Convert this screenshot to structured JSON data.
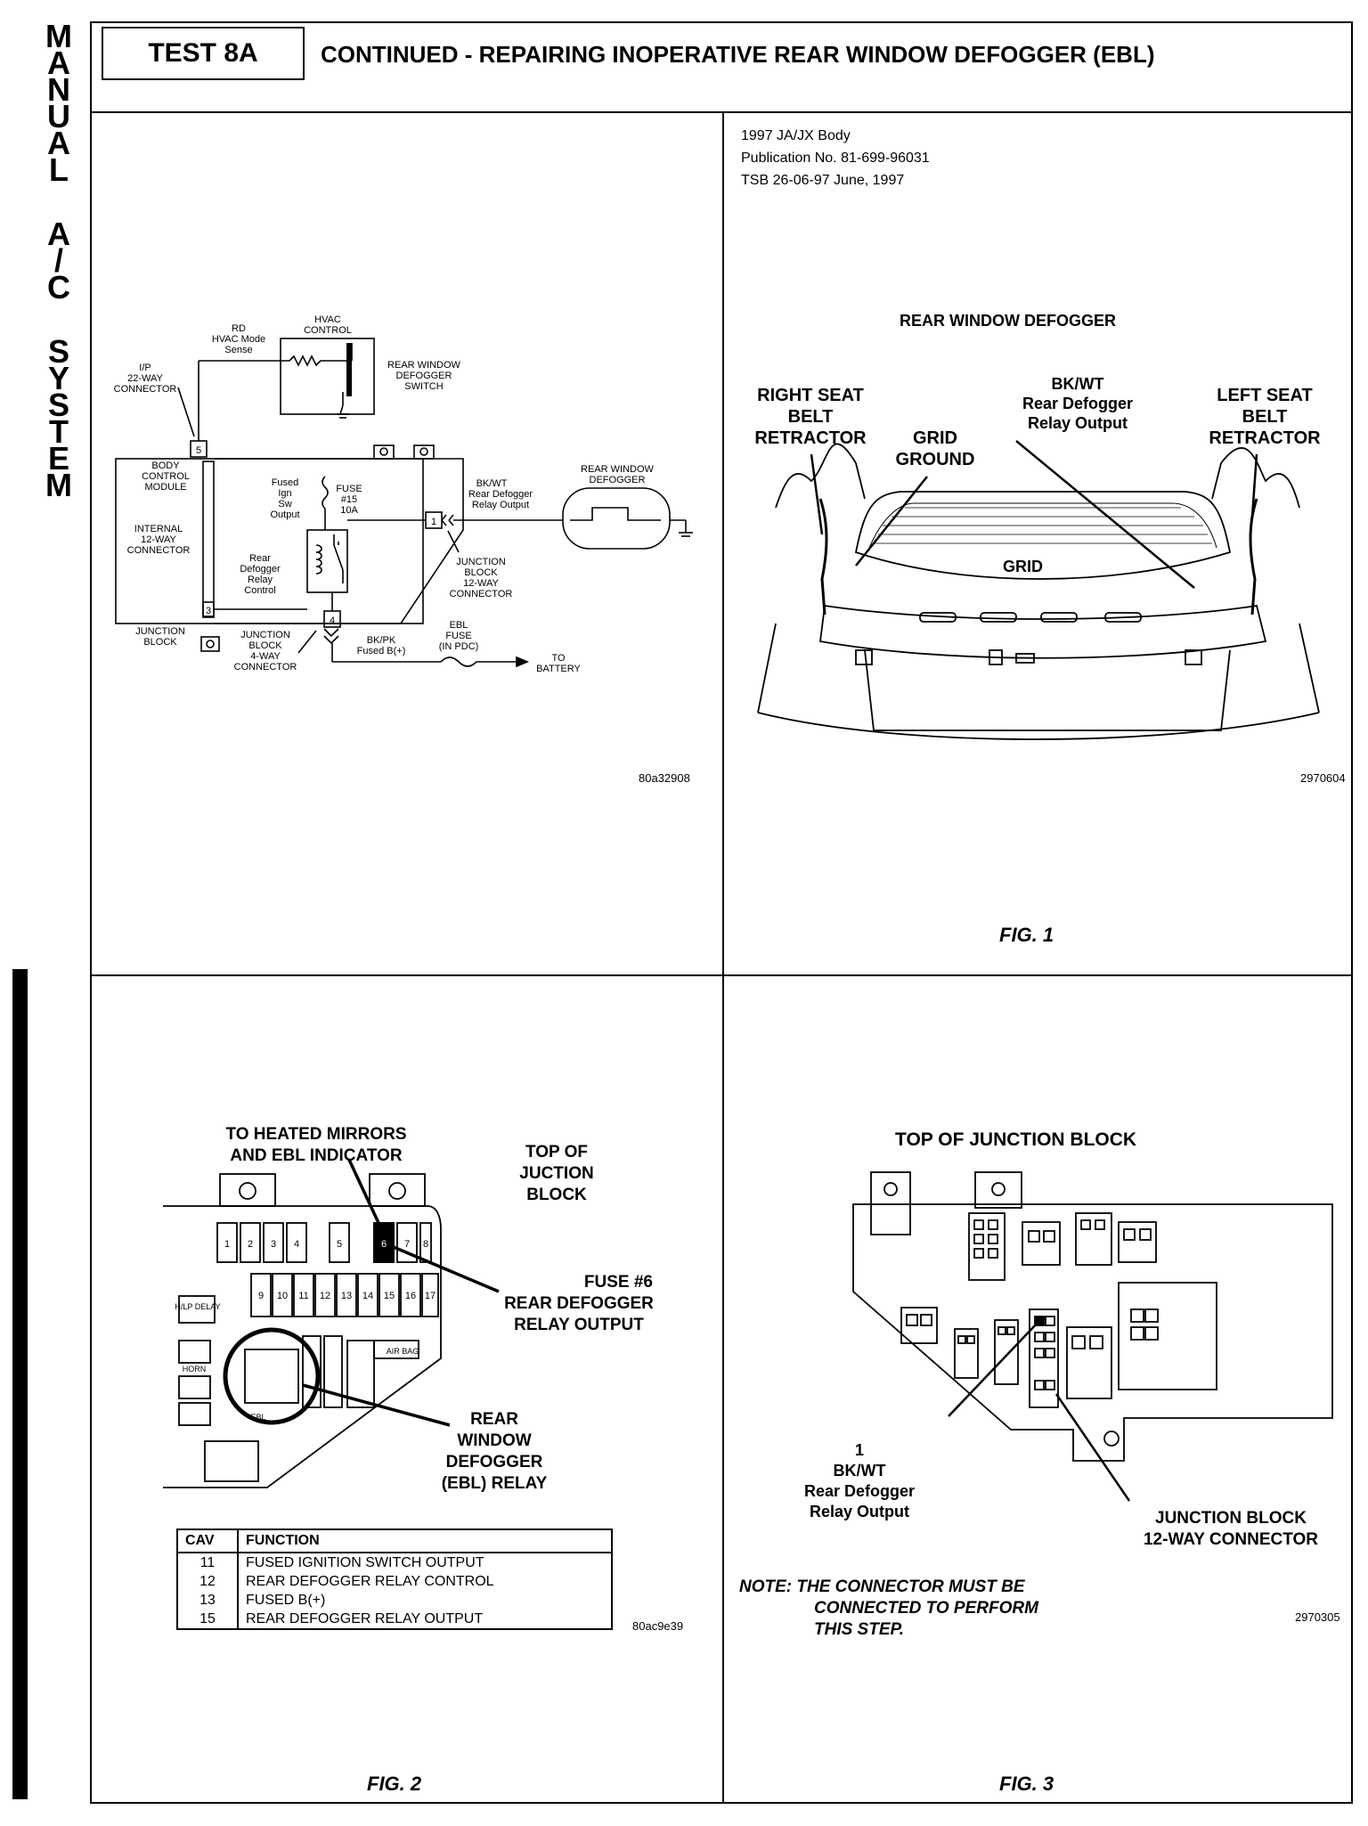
{
  "side_title": {
    "line1": [
      "M",
      "A",
      "N",
      "U",
      "A",
      "L"
    ],
    "line2": [
      "A",
      "/",
      "C"
    ],
    "line3": [
      "S",
      "Y",
      "S",
      "T",
      "E",
      "M"
    ]
  },
  "header": {
    "test": "TEST 8A",
    "title": "CONTINUED - REPAIRING INOPERATIVE REAR WINDOW DEFOGGER (EBL)"
  },
  "publication": {
    "body": "1997 JA/JX Body",
    "pub_no": "Publication No. 81-699-96031",
    "tsb": "TSB 26-06-97   June, 1997"
  },
  "diagram": {
    "ip_connector": [
      "I/P",
      "22-WAY",
      "CONNECTOR"
    ],
    "rd_sense": [
      "RD",
      "HVAC Mode",
      "Sense"
    ],
    "hvac_control": [
      "HVAC",
      "CONTROL"
    ],
    "defogger_switch": [
      "REAR WINDOW",
      "DEFOGGER",
      "SWITCH"
    ],
    "bcm": [
      "BODY",
      "CONTROL",
      "MODULE"
    ],
    "internal_connector": [
      "INTERNAL",
      "12-WAY",
      "CONNECTOR"
    ],
    "fused_ign": [
      "Fused",
      "Ign",
      "Sw",
      "Output"
    ],
    "fuse15": [
      "FUSE",
      "#15",
      "10A"
    ],
    "relay_control": [
      "Rear",
      "Defogger",
      "Relay",
      "Control"
    ],
    "bkwt_output": [
      "BK/WT",
      "Rear Defogger",
      "Relay Output"
    ],
    "rear_window_defogger": [
      "REAR WINDOW",
      "DEFOGGER"
    ],
    "jb_12way": [
      "JUNCTION",
      "BLOCK",
      "12-WAY",
      "CONNECTOR"
    ],
    "junction_block": [
      "JUNCTION",
      "BLOCK"
    ],
    "jb_4way": [
      "JUNCTION",
      "BLOCK",
      "4-WAY",
      "CONNECTOR"
    ],
    "bkpk": [
      "BK/PK",
      "Fused B(+)"
    ],
    "ebl_fuse": [
      "EBL",
      "FUSE",
      "(IN PDC)"
    ],
    "to_battery": [
      "TO",
      "BATTERY"
    ],
    "pin5": "5",
    "pin3": "3",
    "pin1": "1",
    "pin4": "4",
    "code": "80a32908"
  },
  "fig1": {
    "title": "REAR WINDOW DEFOGGER",
    "right_seat": [
      "RIGHT SEAT",
      "BELT",
      "RETRACTOR"
    ],
    "grid_ground": [
      "GRID",
      "GROUND"
    ],
    "bkwt": [
      "BK/WT",
      "Rear Defogger",
      "Relay Output"
    ],
    "left_seat": [
      "LEFT SEAT",
      "BELT",
      "RETRACTOR"
    ],
    "grid": "GRID",
    "code": "2970604",
    "label": "FIG. 1"
  },
  "fig2": {
    "heated": [
      "TO HEATED MIRRORS",
      "AND EBL INDICATOR"
    ],
    "top_of": [
      "TOP OF",
      "JUCTION",
      "BLOCK"
    ],
    "fuse6": [
      "FUSE #6",
      "REAR DEFOGGER",
      "RELAY OUTPUT"
    ],
    "ebl_relay": [
      "REAR",
      "WINDOW",
      "DEFOGGER",
      "(EBL) RELAY"
    ],
    "fuse_numbers_top": [
      "1",
      "2",
      "3",
      "4",
      "5",
      "6",
      "7",
      "8"
    ],
    "fuse_numbers_mid": [
      "9",
      "10",
      "11",
      "12",
      "13",
      "14",
      "15",
      "16",
      "17"
    ],
    "hlp_delay": "H/LP DELAY",
    "horn": "HORN",
    "ebl": "EBL",
    "air_bag": "AIR BAG",
    "table": {
      "headers": [
        "CAV",
        "FUNCTION"
      ],
      "rows": [
        [
          "11",
          "FUSED IGNITION SWITCH OUTPUT"
        ],
        [
          "12",
          "REAR DEFOGGER RELAY CONTROL"
        ],
        [
          "13",
          "FUSED B(+)"
        ],
        [
          "15",
          "REAR DEFOGGER RELAY OUTPUT"
        ]
      ]
    },
    "code": "80ac9e39",
    "label": "FIG. 2"
  },
  "fig3": {
    "title": "TOP OF JUNCTION BLOCK",
    "bkwt": [
      "1",
      "BK/WT",
      "Rear Defogger",
      "Relay Output"
    ],
    "jb12": [
      "JUNCTION BLOCK",
      "12-WAY CONNECTOR"
    ],
    "note": [
      "NOTE:  THE CONNECTOR MUST BE",
      "CONNECTED TO PERFORM",
      "THIS STEP."
    ],
    "code": "2970305",
    "label": "FIG. 3"
  }
}
